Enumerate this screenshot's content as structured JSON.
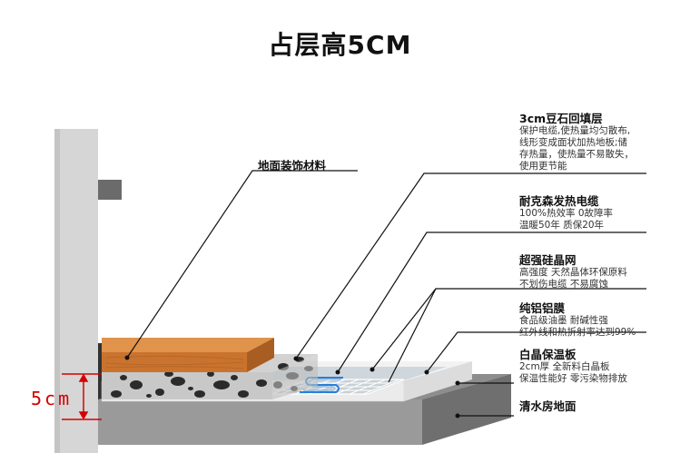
{
  "title": "占层高5CM",
  "dimension_label": "5cm",
  "floor_finish_label": "地面装饰材料",
  "layers": [
    {
      "heading": "3cm豆石回填层",
      "desc": [
        "保护电缆,使热量均匀散布,",
        "线形变成面状加热地板;储",
        "存热量，使热量不易散失，",
        "使用更节能"
      ]
    },
    {
      "heading": "耐克森发热电缆",
      "desc": [
        "100%热效率 0故障率",
        "温暖50年 质保20年"
      ]
    },
    {
      "heading": "超强硅晶网",
      "desc": [
        "高强度 天然晶体环保原料",
        "不划伤电缆 不易腐蚀"
      ]
    },
    {
      "heading": "纯铝铝膜",
      "desc": [
        "食品级油墨 耐碱性强",
        "红外线和热折射率达到99%"
      ]
    },
    {
      "heading": "白晶保温板",
      "desc": [
        "2cm厚 全新料白晶板",
        "保温性能好 零污染物排放"
      ]
    },
    {
      "heading": "清水房地面",
      "desc": []
    }
  ],
  "colors": {
    "dimension": "#d40000",
    "wood": "#d9843f",
    "wall": "#d4d4d4"
  }
}
